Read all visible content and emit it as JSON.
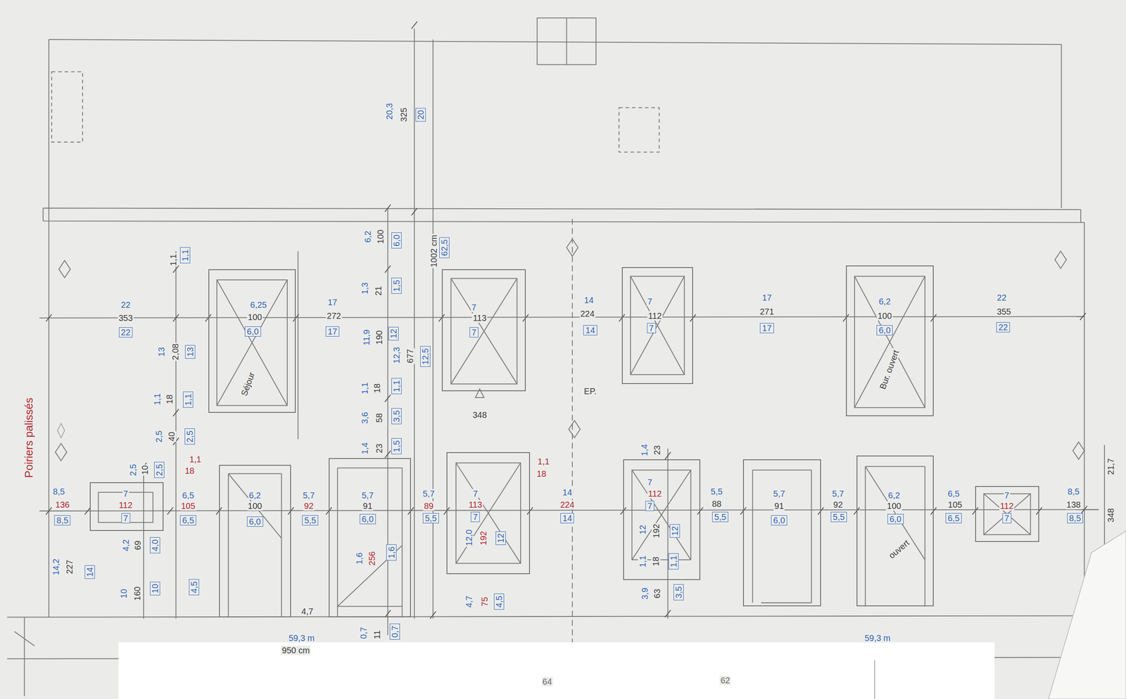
{
  "diagram": {
    "nodes": [
      {
        "text": [
          "6,25",
          "100",
          "6,0",
          "Séjour"
        ]
      },
      {
        "text": [
          "7",
          "113",
          "7"
        ]
      },
      {
        "text": [
          "7",
          "112",
          "7"
        ]
      },
      {
        "text": [
          "6,2",
          "100",
          "6,0",
          "Bur. ouvert"
        ]
      },
      {
        "text": [
          "7",
          "112",
          "7"
        ]
      },
      {
        "text": [
          "6,2",
          "100",
          "6,0"
        ]
      },
      {
        "text": [
          "5,7",
          "91",
          "6,0",
          "1,6",
          "256",
          "1,6"
        ]
      },
      {
        "text": [
          "7",
          "113",
          "7",
          "12,0",
          "192",
          "12"
        ]
      },
      {
        "text": [
          "7",
          "112",
          "7",
          "12",
          "192",
          "12",
          "1,1",
          "18",
          "1,1"
        ]
      },
      {
        "text": [
          "5,7",
          "91",
          "6,0"
        ]
      },
      {
        "text": [
          "6,2",
          "100",
          "6,0",
          "ouvert"
        ]
      },
      {
        "text": [
          "7",
          "112",
          "7"
        ]
      }
    ],
    "labels": [
      "20,3",
      "325",
      "20",
      "1002 cm",
      "62,5",
      "22",
      "353",
      "22",
      "17",
      "272",
      "17",
      "14",
      "224",
      "14",
      "17",
      "271",
      "17",
      "22",
      "355",
      "22",
      "1,1",
      "1,1",
      "13",
      "2,08",
      "13",
      "1,1",
      "18",
      "1,1",
      "2,5",
      "40",
      "2,5",
      "6,2",
      "100",
      "6,0",
      "1,3",
      "21",
      "1,5",
      "11,9",
      "190",
      "12",
      "12,3",
      "677",
      "12,5",
      "1,1",
      "18",
      "1,1",
      "3,6",
      "58",
      "3,5",
      "1,4",
      "23",
      "1,5",
      "348",
      "EP.",
      "8,5",
      "136",
      "8,5",
      "2,5",
      "10",
      "2,5",
      "6,5",
      "105",
      "6,5",
      "1,1",
      "18",
      "5,7",
      "92",
      "5,5",
      "5,7",
      "89",
      "5,5",
      "1,1",
      "18",
      "14",
      "224",
      "14",
      "1,4",
      "23",
      "5,5",
      "88",
      "5,5",
      "5,7",
      "92",
      "5,5",
      "6,5",
      "105",
      "6,5",
      "8,5",
      "138",
      "8,5",
      "4,2",
      "69",
      "4,0",
      "14,2",
      "227",
      "14",
      "10",
      "160",
      "10",
      "4,5",
      "4,7",
      "75",
      "4,5",
      "3,9",
      "63",
      "3,5",
      "4,7",
      "0,7",
      "11",
      "0,7",
      "59,3 m",
      "950 cm",
      "59,3 m",
      "21,7",
      "348",
      "Poiriers palissés",
      "64",
      "62"
    ]
  }
}
